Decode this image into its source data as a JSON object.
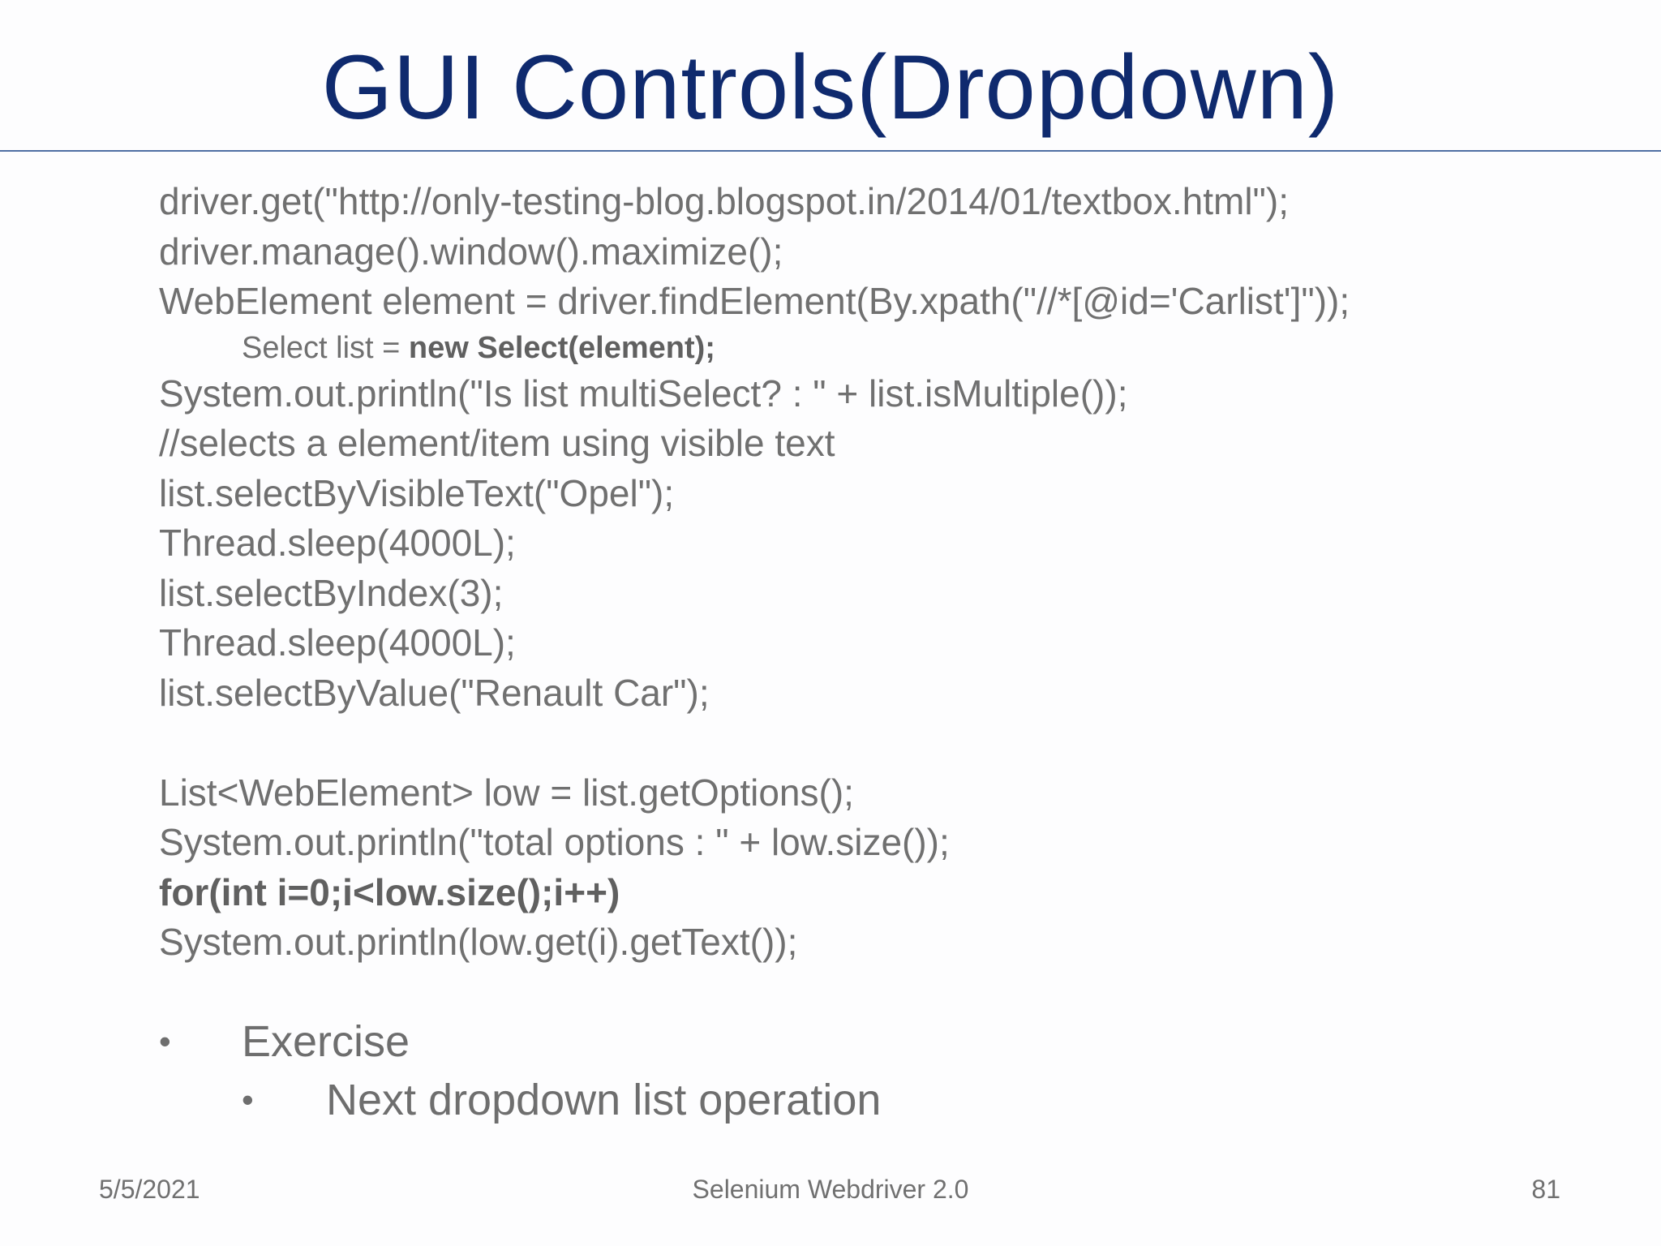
{
  "slide": {
    "title": "GUI Controls(Dropdown)",
    "code_lines": [
      "driver.get(\"http://only-testing-blog.blogspot.in/2014/01/textbox.html\");",
      "driver.manage().window().maximize();",
      "WebElement element = driver.findElement(By.xpath(\"//*[@id='Carlist']\"));"
    ],
    "select_line": {
      "plain": "Select list = ",
      "bold": "new Select(element);"
    },
    "code_lines_2": [
      "System.out.println(\"Is list multiSelect? : \" + list.isMultiple());",
      "//selects a element/item using visible text",
      "list.selectByVisibleText(\"Opel\");",
      "Thread.sleep(4000L);",
      "list.selectByIndex(3);",
      "Thread.sleep(4000L);",
      "list.selectByValue(\"Renault Car\");"
    ],
    "code_lines_3": [
      "List<WebElement> low = list.getOptions();",
      "System.out.println(\"total options : \" + low.size());"
    ],
    "for_line": "for(int i=0;i<low.size();i++)",
    "print_line": "System.out.println(low.get(i).getText());",
    "bullets": {
      "level1": "Exercise",
      "level2": "Next dropdown list operation"
    },
    "bullet_glyph": "•",
    "footer": {
      "date": "5/5/2021",
      "center": "Selenium Webdriver 2.0",
      "page": "81"
    }
  }
}
